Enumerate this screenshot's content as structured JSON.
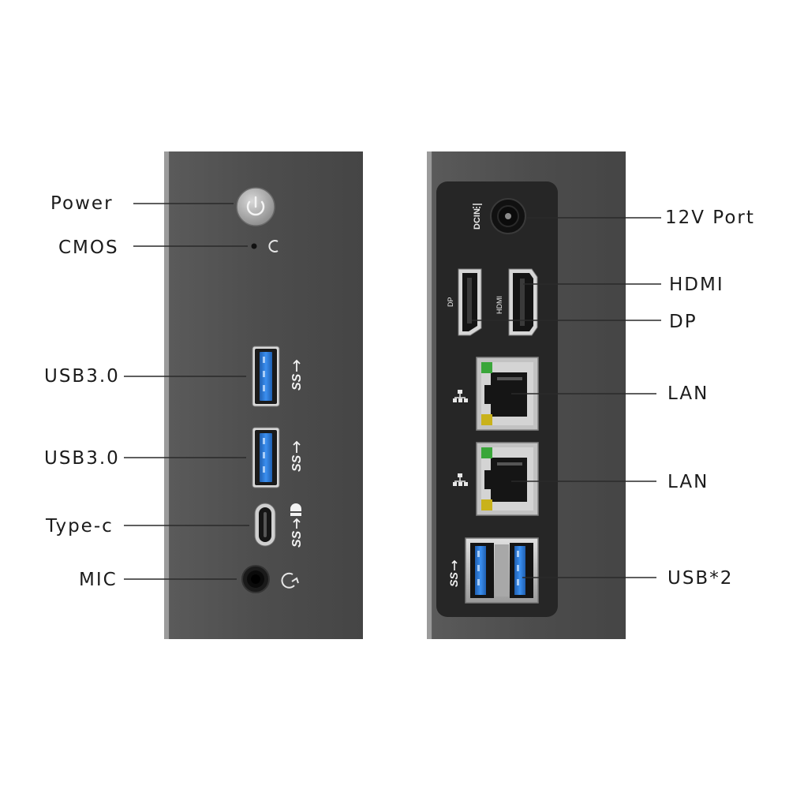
{
  "left_panel": {
    "labels": {
      "power": "Power",
      "cmos": "CMOS",
      "usb_1": "USB3.0",
      "usb_2": "USB3.0",
      "type_c": "Type-c",
      "mic": "MIC"
    },
    "port_markings": {
      "usb_1_logo": "SS",
      "usb_2_logo": "SS",
      "type_c_logo": "SS"
    }
  },
  "right_panel": {
    "labels": {
      "dc_port": "12V Port",
      "hdmi": "HDMI",
      "dp": "DP",
      "lan_1": "LAN",
      "lan_2": "LAN",
      "usb_pair": "USB*2"
    },
    "port_markings": {
      "dc_in": "DCIN",
      "dp_port": "DP",
      "hdmi_port": "HDMI",
      "usb_logo": "SS"
    }
  },
  "colors": {
    "chassis": "#4a4a4a",
    "chassis_edge": "#8a8a8a",
    "inset_panel": "#262626",
    "usb_blue": "#2f7fd8",
    "led_green": "#3aa63a",
    "led_yellow": "#c9b21b",
    "label_text": "#1b1b1b"
  }
}
